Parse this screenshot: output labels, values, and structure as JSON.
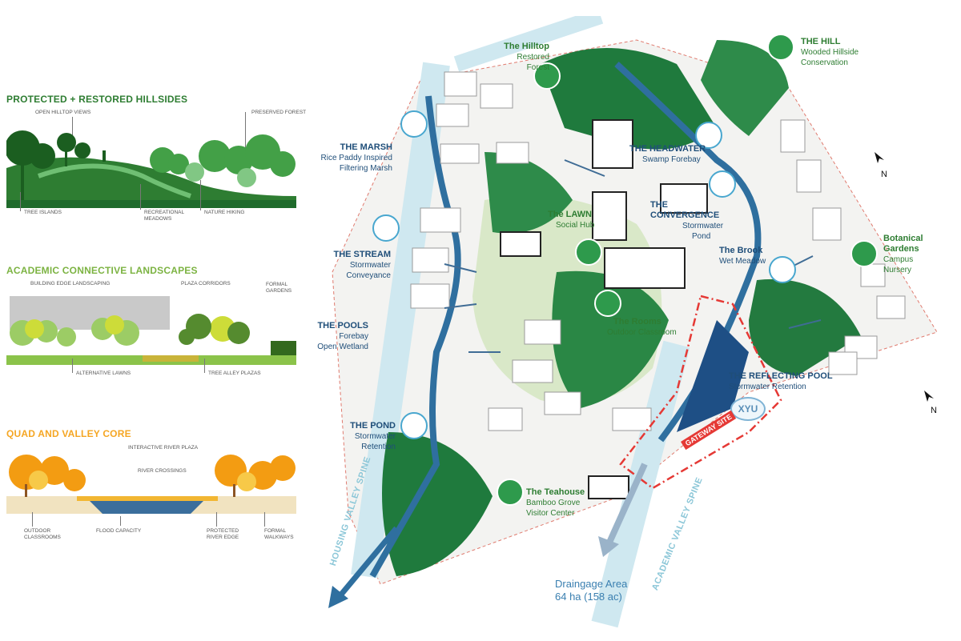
{
  "sections": [
    {
      "title": "PROTECTED + RESTORED HILLSIDES",
      "color": "#2e7d32",
      "callouts": [
        "OPEN HILLTOP VIEWS",
        "PRESERVED FOREST",
        "TREE ISLANDS",
        "RECREATIONAL MEADOWS",
        "NATURE HIKING"
      ]
    },
    {
      "title": "ACADEMIC CONNECTIVE LANDSCAPES",
      "color": "#7cb342",
      "callouts": [
        "BUILDING EDGE LANDSCAPING",
        "PLAZA CORRIDORS",
        "FORMAL GARDENS",
        "ALTERNATIVE LAWNS",
        "TREE ALLEY PLAZAS"
      ]
    },
    {
      "title": "QUAD AND VALLEY CORE",
      "color": "#f5a623",
      "callouts": [
        "INTERACTIVE RIVER PLAZA",
        "RIVER CROSSINGS",
        "OUTDOOR CLASSROOMS",
        "FLOOD CAPACITY",
        "PROTECTED RIVER EDGE",
        "FORMAL WALKWAYS"
      ]
    }
  ],
  "labels_left": [
    {
      "title": "THE MARSH",
      "sub": [
        "Rice Paddy Inspired",
        "Filtering Marsh"
      ]
    },
    {
      "title": "THE STREAM",
      "sub": [
        "Stormwater",
        "Conveyance"
      ]
    },
    {
      "title": "THE POOLS",
      "sub": [
        "Forebay",
        "Open Wetland"
      ]
    },
    {
      "title": "THE POND",
      "sub": [
        "Stormwater",
        "Retention"
      ]
    }
  ],
  "labels_map": {
    "hilltop": {
      "title": "The Hilltop",
      "sub": [
        "Restored",
        "Forest"
      ]
    },
    "hill": {
      "title": "THE HILL",
      "sub": [
        "Wooded Hillside",
        "Conservation"
      ]
    },
    "headwater": {
      "title": "THE HEADWATER",
      "sub": [
        "Swamp Forebay"
      ]
    },
    "convergence": {
      "title": "THE CONVERGENCE",
      "sub": [
        "Stormwater",
        "Pond"
      ]
    },
    "lawn": {
      "title": "The LAWN",
      "sub": [
        "Social Hub"
      ]
    },
    "brook": {
      "title": "The Brook",
      "sub": [
        "Wet Meadow"
      ]
    },
    "botanical": {
      "title": "Botanical",
      "title2": "Gardens",
      "sub": [
        "Campus",
        "Nursery"
      ]
    },
    "rooms": {
      "title": "The Rooms",
      "sub": [
        "Outdoor Classroom"
      ]
    },
    "reflecting": {
      "title": "THE REFLECTING POOL",
      "sub": [
        "Stormwater Retention"
      ]
    },
    "teahouse": {
      "title": "The Teahouse",
      "sub": [
        "Bamboo Grove",
        "Visitor Center"
      ]
    }
  },
  "gateway": "GATEWAY SITE",
  "xyu": "XYU",
  "housing_spine": "HOUSING VALLEY SPINE",
  "academic_spine": "ACADEMIC VALLEY SPINE",
  "drainage": {
    "line1": "Draingage Area",
    "line2": "64 ha (158 ac)"
  },
  "north": "N",
  "icons": [
    "reeds-icon",
    "waves-icon",
    "pool-icon",
    "pond-icon",
    "hiker-icon",
    "trees-icon",
    "swamp-icon",
    "marsh-icon",
    "eye-icon",
    "runner-icon",
    "reader-icon",
    "plant-icon",
    "tea-cup-icon"
  ]
}
